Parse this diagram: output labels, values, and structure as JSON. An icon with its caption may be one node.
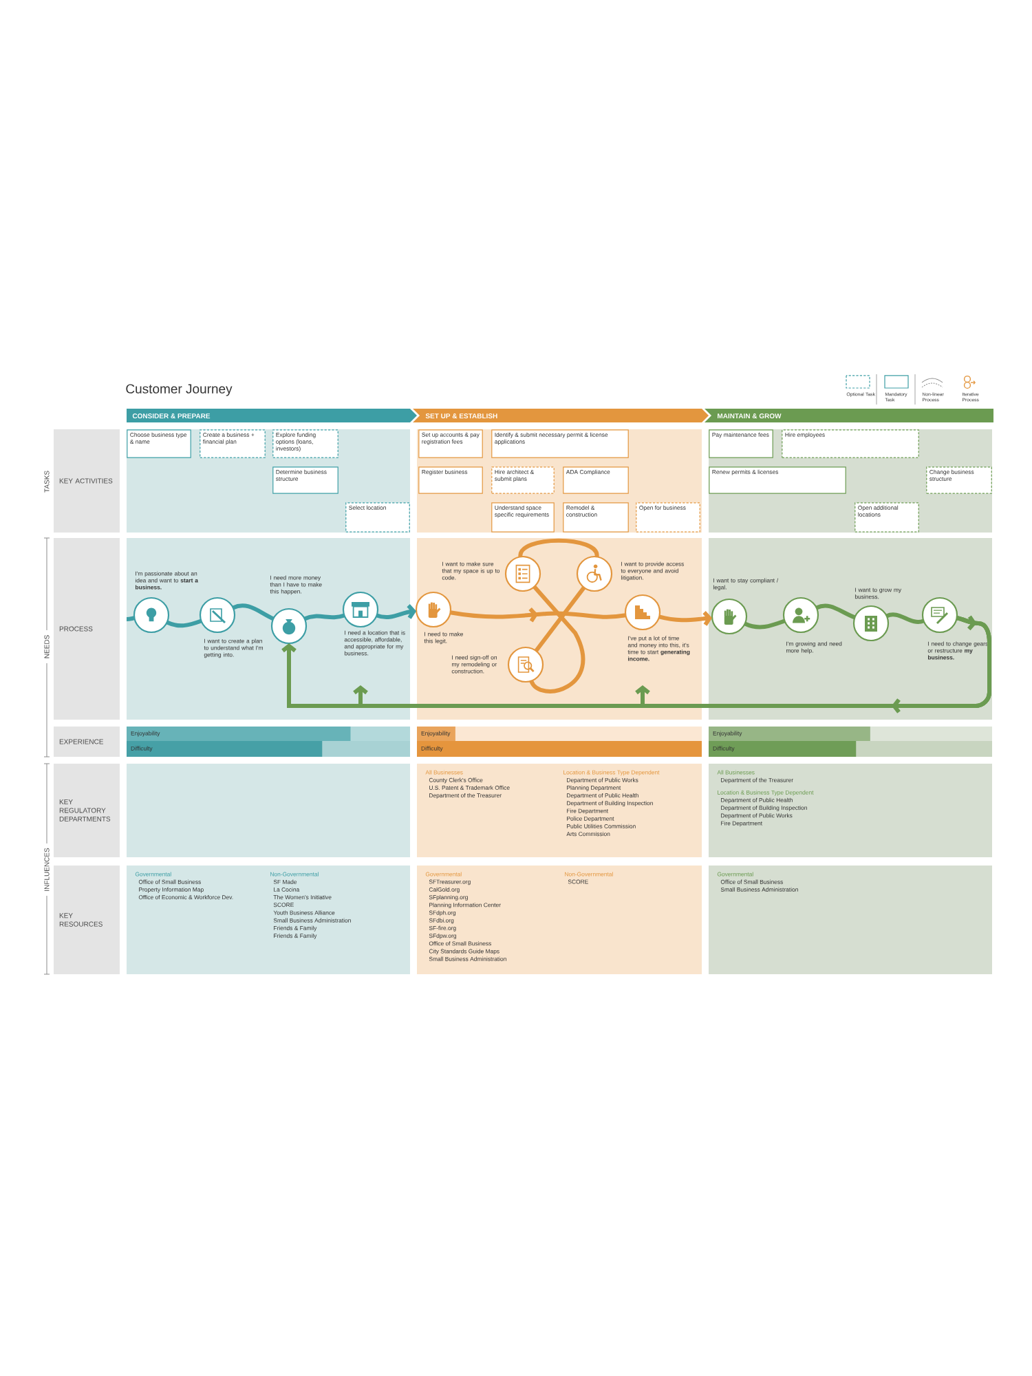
{
  "diagram": {
    "title": "Customer Journey",
    "nodes": [
      {
        "text": [
          "CONSIDER & PREPARE"
        ]
      },
      {
        "text": [
          "SET UP & ESTABLISH"
        ]
      },
      {
        "text": [
          "MAINTAIN & GROW"
        ]
      },
      {
        "text": [
          "KEY ACTIVITIES"
        ]
      },
      {
        "text": [],
        "shape": "box"
      },
      {
        "text": [
          "Choose business type & name"
        ],
        "in": 4
      },
      {
        "text": [
          "Create a business + financial plan"
        ],
        "in": 4
      },
      {
        "text": [
          "Explore funding options (loans, investors)"
        ],
        "in": 4
      },
      {
        "text": [
          "Determine business structure"
        ],
        "in": 4
      },
      {
        "text": [
          "Select location"
        ],
        "in": 4
      },
      {
        "text": [],
        "shape": "box"
      },
      {
        "text": [
          "Set up accounts & pay registration fees"
        ],
        "in": 10
      },
      {
        "text": [
          "Identify & submit necessary permit & license applications"
        ],
        "in": 10
      },
      {
        "text": [
          "Register business"
        ],
        "in": 10
      },
      {
        "text": [
          "Hire architect & submit plans"
        ],
        "in": 10
      },
      {
        "text": [
          "ADA Compliance"
        ],
        "in": 10
      },
      {
        "text": [
          "Understand space specific requirements"
        ],
        "in": 10
      },
      {
        "text": [
          "Remodel & construction"
        ],
        "in": 10
      },
      {
        "text": [
          "Open for business"
        ],
        "in": 10
      },
      {
        "text": [],
        "shape": "box"
      },
      {
        "text": [
          "Pay maintenance fees"
        ],
        "in": 19
      },
      {
        "text": [
          "Hire employees"
        ],
        "in": 19
      },
      {
        "text": [
          "Renew permits & licenses"
        ],
        "in": 19
      },
      {
        "text": [
          "Change business structure"
        ],
        "in": 19
      },
      {
        "text": [
          "Open additional locations"
        ],
        "in": 19
      },
      {
        "text": [
          "PROCESS"
        ]
      },
      {
        "text": [],
        "shape": "box"
      },
      {
        "text": [],
        "shape": "circle",
        "in": 26,
        "beside": [
          "I'm passionate about an idea and want to **start a business.**"
        ]
      },
      {
        "text": [],
        "shape": "circle",
        "in": 26,
        "beside": [
          "I want to create a plan to understand what I'm getting into."
        ]
      },
      {
        "text": [],
        "shape": "circle",
        "in": 26,
        "beside": [
          "I need more money than I have to make this happen."
        ]
      },
      {
        "text": [],
        "shape": "circle",
        "in": 26,
        "beside": [
          "I need a location that is accessible, affordable, and appropriate for my business."
        ]
      },
      {
        "text": [],
        "shape": "box"
      },
      {
        "text": [],
        "shape": "circle",
        "in": 31,
        "beside": [
          "I need to make this legit."
        ]
      },
      {
        "text": [],
        "shape": "circle",
        "in": 31,
        "beside": [
          "I want to make sure that my space is up to code."
        ]
      },
      {
        "text": [],
        "shape": "circle",
        "in": 31,
        "beside": [
          "I want to provide access to everyone and avoid litigation."
        ]
      },
      {
        "text": [],
        "shape": "circle",
        "in": 31,
        "beside": [
          "I need sign-off on my remodeling or construction."
        ]
      },
      {
        "text": [],
        "shape": "circle",
        "in": 31,
        "beside": [
          "I've put a lot of time and money into this, it's time to start **generating income.**"
        ]
      },
      {
        "text": [],
        "shape": "box"
      },
      {
        "text": [],
        "shape": "circle",
        "in": 37,
        "beside": [
          "I want to stay compliant / legal."
        ]
      },
      {
        "text": [],
        "shape": "circle",
        "in": 37,
        "beside": [
          "I'm growing and need more help."
        ]
      },
      {
        "text": [],
        "shape": "circle",
        "in": 37,
        "beside": [
          "I want to grow my business."
        ]
      },
      {
        "text": [],
        "shape": "circle",
        "in": 37,
        "beside": [
          "I need to change gears or restructure **my business.**"
        ]
      },
      {
        "text": [
          "EXPERIENCE"
        ]
      },
      {
        "text": [
          "Enjoyability"
        ]
      },
      {
        "text": [
          "Difficulty"
        ]
      },
      {
        "text": [
          "Enjoyability"
        ]
      },
      {
        "text": [
          "Difficulty"
        ]
      },
      {
        "text": [
          "Enjoyability"
        ]
      },
      {
        "text": [
          "Difficulty"
        ]
      },
      {
        "text": [
          "KEY REGULATORY DEPARTMENTS"
        ]
      },
      {
        "text": [],
        "shape": "box"
      },
      {
        "text": [
          "All Businesses",
          "County Clerk's Office",
          "U.S. Patent & Trademark Office",
          "Department of the Treasurer",
          "Location & Business Type Dependent",
          "Department of Public Works",
          "Planning Department",
          "Department of Public Health",
          "Department of Building Inspection",
          "Fire Department",
          "Police Department",
          "Public Utilities Commission",
          "Arts Commission"
        ]
      },
      {
        "text": [
          "All Businesses",
          "Department of the Treasurer",
          "Location & Business Type Dependent",
          "Department of Public Health",
          "Department of Building Inspection",
          "Department of Public Works",
          "Fire Department"
        ]
      },
      {
        "text": [
          "KEY RESOURCES"
        ]
      },
      {
        "text": [
          "Governmental",
          "Office of Small Business",
          "Property Information Map",
          "Office of Economic & Workforce Dev.",
          "Non-Governmental",
          "SF Made",
          "La Cocina",
          "The Women's Initiative",
          "SCORE",
          "Youth Business Alliance",
          "Small Business Administration",
          "Friends & Family",
          "Friends & Family"
        ]
      },
      {
        "text": [
          "Governmental",
          "SFTreasurer.org",
          "CalGold.org",
          "SFplanning.org",
          "Planning Information Center",
          "SFdph.org",
          "SFdbi.org",
          "SF-fire.org",
          "SFdpw.org",
          "Office of Small Business",
          "City Standards Guide Maps",
          "Small Business Administration",
          "Non-Governmental",
          "SCORE"
        ]
      },
      {
        "text": [
          "Governmental",
          "Office of Small Business",
          "Small Business Administration"
        ]
      }
    ],
    "edges": [
      {
        "from": null,
        "to": 27,
        "arrow": "none",
        "color": "#3d9ea5"
      },
      {
        "from": 27,
        "to": 28,
        "arrow": "none",
        "color": "#3d9ea5"
      },
      {
        "from": 28,
        "to": 29,
        "arrow": "none",
        "color": "#3d9ea5"
      },
      {
        "from": 29,
        "to": 30,
        "arrow": "none",
        "color": "#3d9ea5"
      },
      {
        "from": 30,
        "to": 32,
        "arrow": "to",
        "color": "#3d9ea5"
      },
      {
        "from": 32,
        "to": 36,
        "arrow": "to",
        "color": "#e3963e"
      },
      {
        "from": 33,
        "to": 34,
        "arrow": "none",
        "color": "#e3963e"
      },
      {
        "from": 34,
        "to": 35,
        "arrow": "none",
        "color": "#e3963e"
      },
      {
        "from": 35,
        "to": 33,
        "arrow": "none",
        "color": "#e3963e"
      },
      {
        "from": 36,
        "to": 38,
        "arrow": "to",
        "color": "#e3963e"
      },
      {
        "from": 38,
        "to": 39,
        "arrow": "none"
      },
      {
        "from": 39,
        "to": 40,
        "arrow": "none"
      },
      {
        "from": 40,
        "to": 41,
        "arrow": "none"
      },
      {
        "from": 41,
        "to": 29,
        "arrow": "to"
      },
      {
        "from": 41,
        "to": 30,
        "arrow": "to"
      },
      {
        "from": 41,
        "to": 36,
        "arrow": "to"
      }
    ],
    "labels": [
      "TASKS",
      "NEEDS",
      "INFLUENCES"
    ],
    "legend": [
      {
        "text": "Optional Task"
      },
      {
        "text": "Mandatory Task"
      },
      {
        "text": "Non-linear Process"
      },
      {
        "text": "Iterative Process"
      }
    ]
  }
}
